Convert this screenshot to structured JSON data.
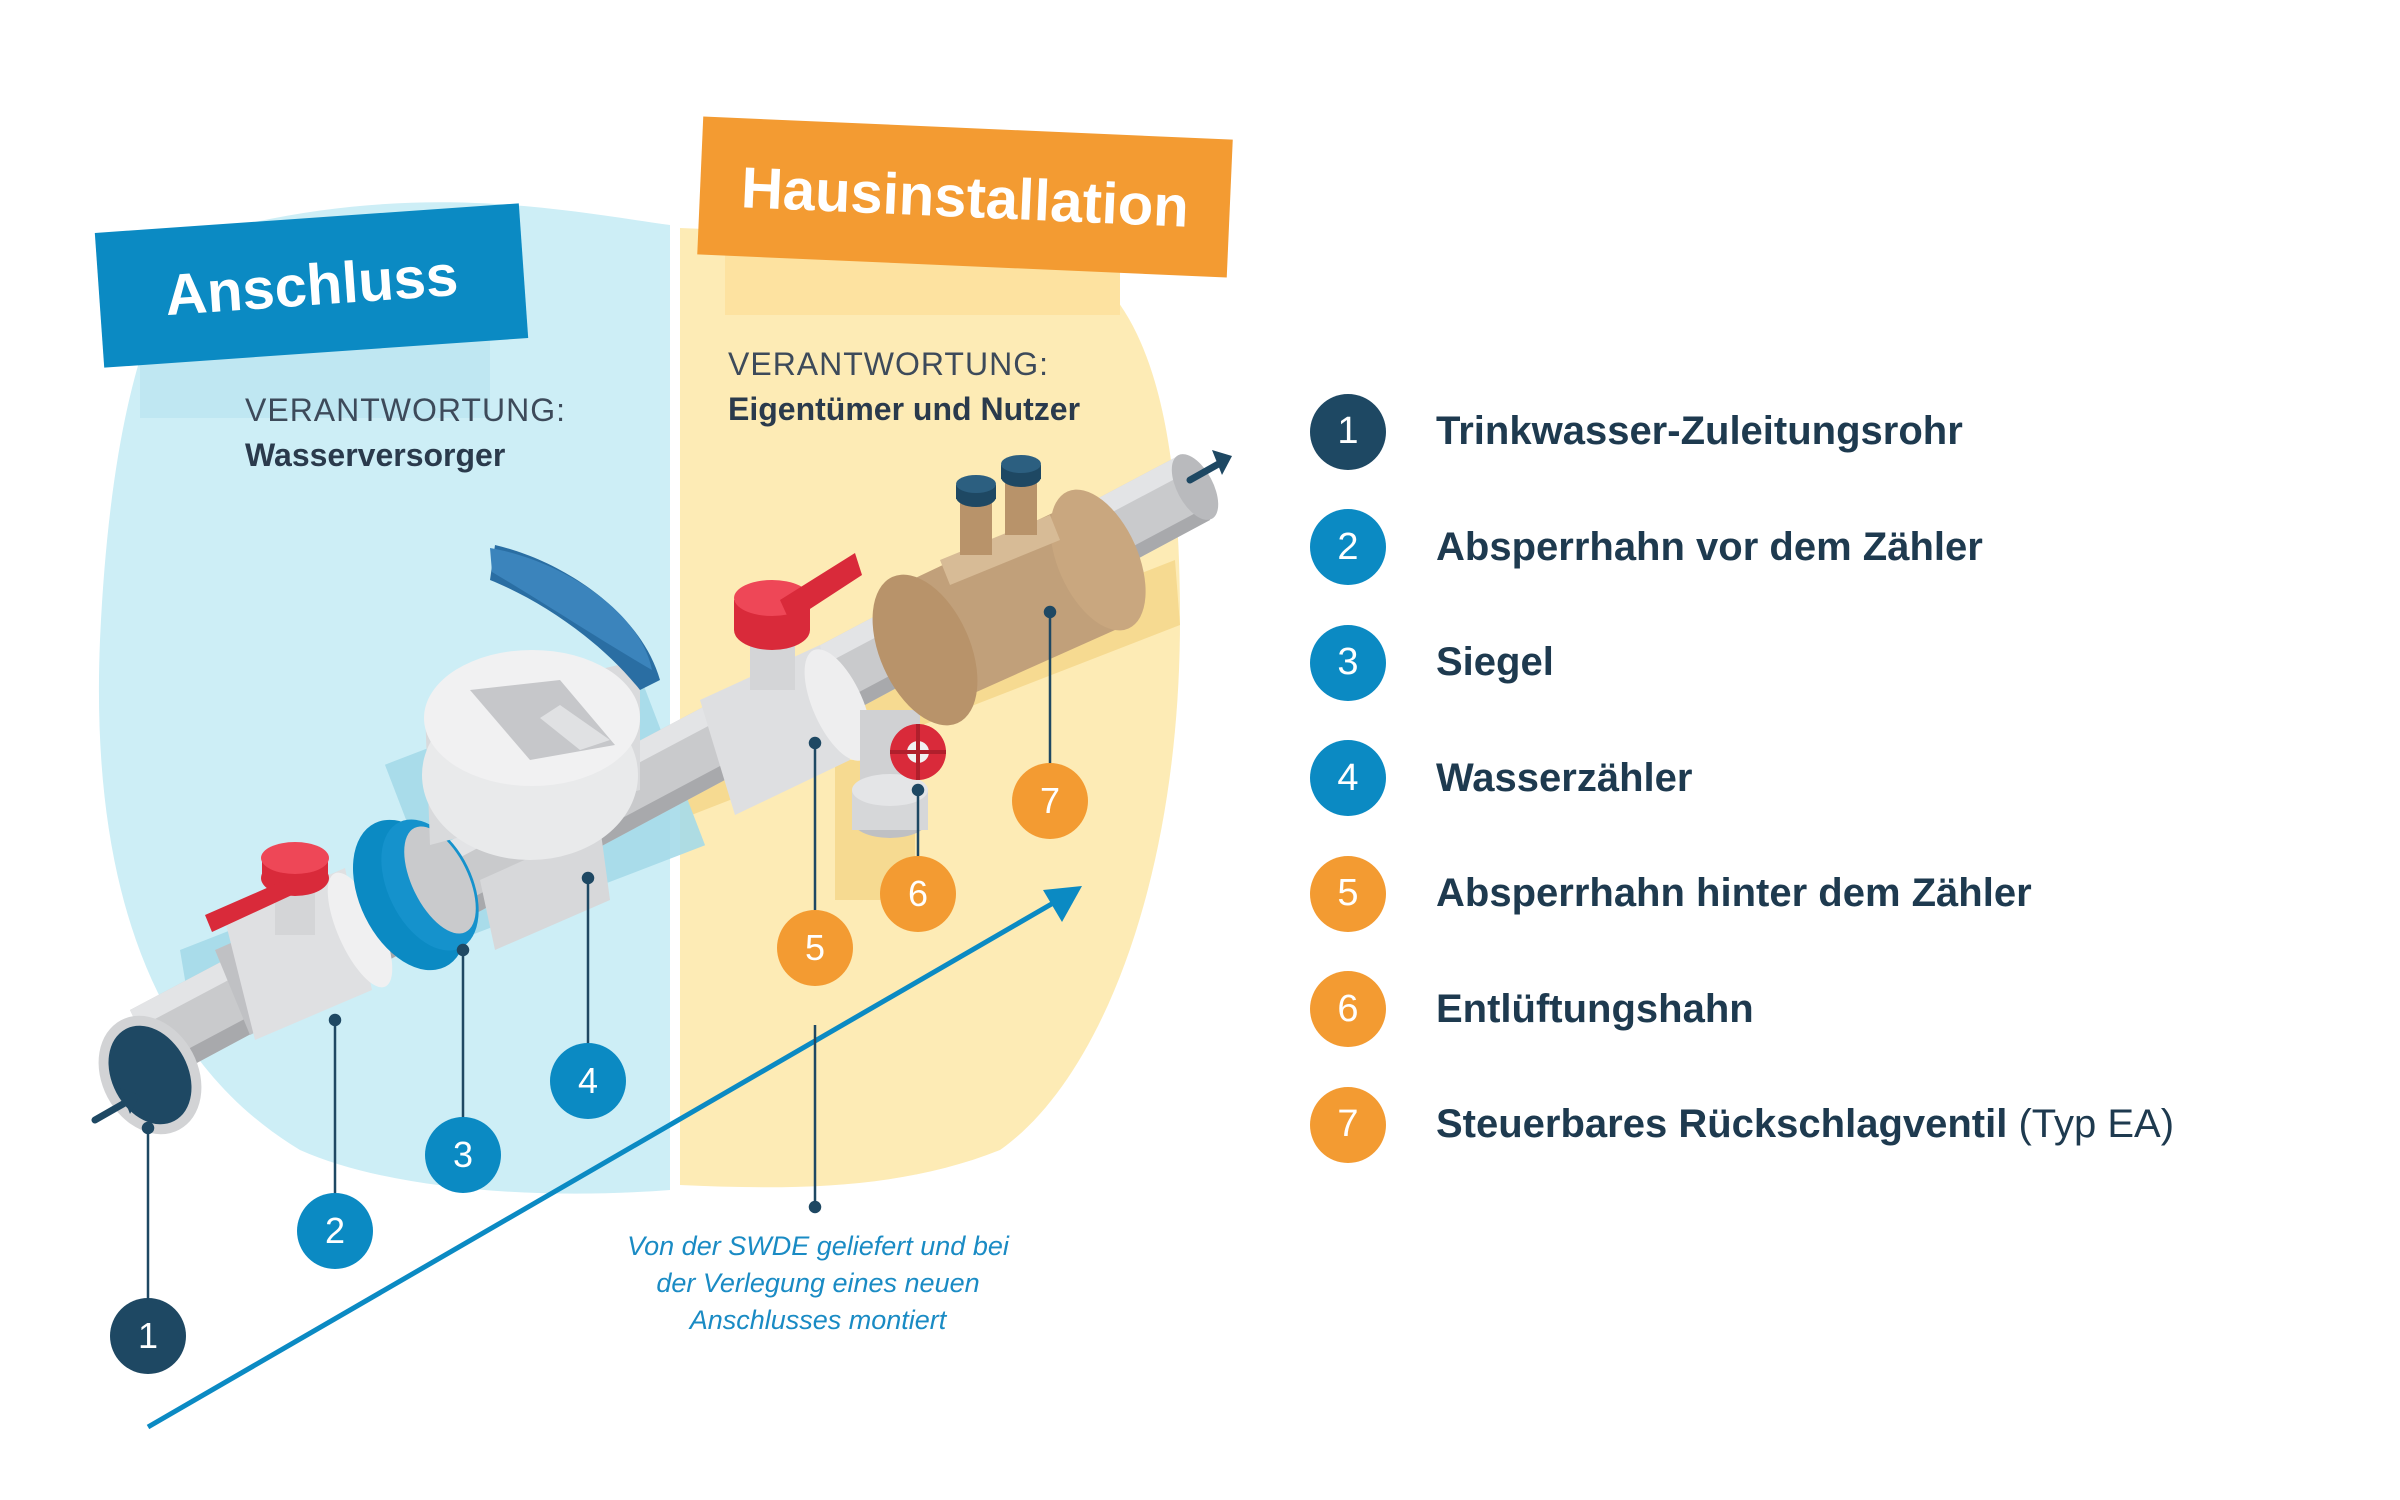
{
  "zones": {
    "connection": {
      "title": "Anschluss",
      "responsibility_label": "VERANTWORTUNG:",
      "responsibility_value": "Wasserversorger",
      "color": "#0b8ac3",
      "bg_color": "#cdeef6"
    },
    "house": {
      "title": "Hausinstallation",
      "responsibility_label": "VERANTWORTUNG:",
      "responsibility_value": "Eigentümer und Nutzer",
      "color": "#f39b32",
      "bg_color": "#fdebb5"
    }
  },
  "note": {
    "lines": [
      "Von der SWDE geliefert und bei",
      "der Verlegung eines neuen",
      "Anschlusses montiert"
    ],
    "color": "#1a8bc4"
  },
  "legend": [
    {
      "number": "1",
      "label": "Trinkwasser-Zuleitungsrohr",
      "suffix": "",
      "color": "#1e4863"
    },
    {
      "number": "2",
      "label": "Absperrhahn vor dem Zähler",
      "suffix": "",
      "color": "#0b8ac3"
    },
    {
      "number": "3",
      "label": "Siegel",
      "suffix": "",
      "color": "#0b8ac3"
    },
    {
      "number": "4",
      "label": "Wasserzähler",
      "suffix": "",
      "color": "#0b8ac3"
    },
    {
      "number": "5",
      "label": "Absperrhahn hinter dem Zähler",
      "suffix": "",
      "color": "#f39b32"
    },
    {
      "number": "6",
      "label": "Entlüftungshahn",
      "suffix": "",
      "color": "#f39b32"
    },
    {
      "number": "7",
      "label": "Steuerbares Rückschlagventil",
      "suffix": " (Typ EA)",
      "color": "#f39b32"
    }
  ],
  "icons": [
    "arrow-in-icon",
    "arrow-out-icon",
    "water-meter-icon",
    "ball-valve-icon",
    "gate-valve-wheel-icon",
    "check-valve-icon"
  ]
}
